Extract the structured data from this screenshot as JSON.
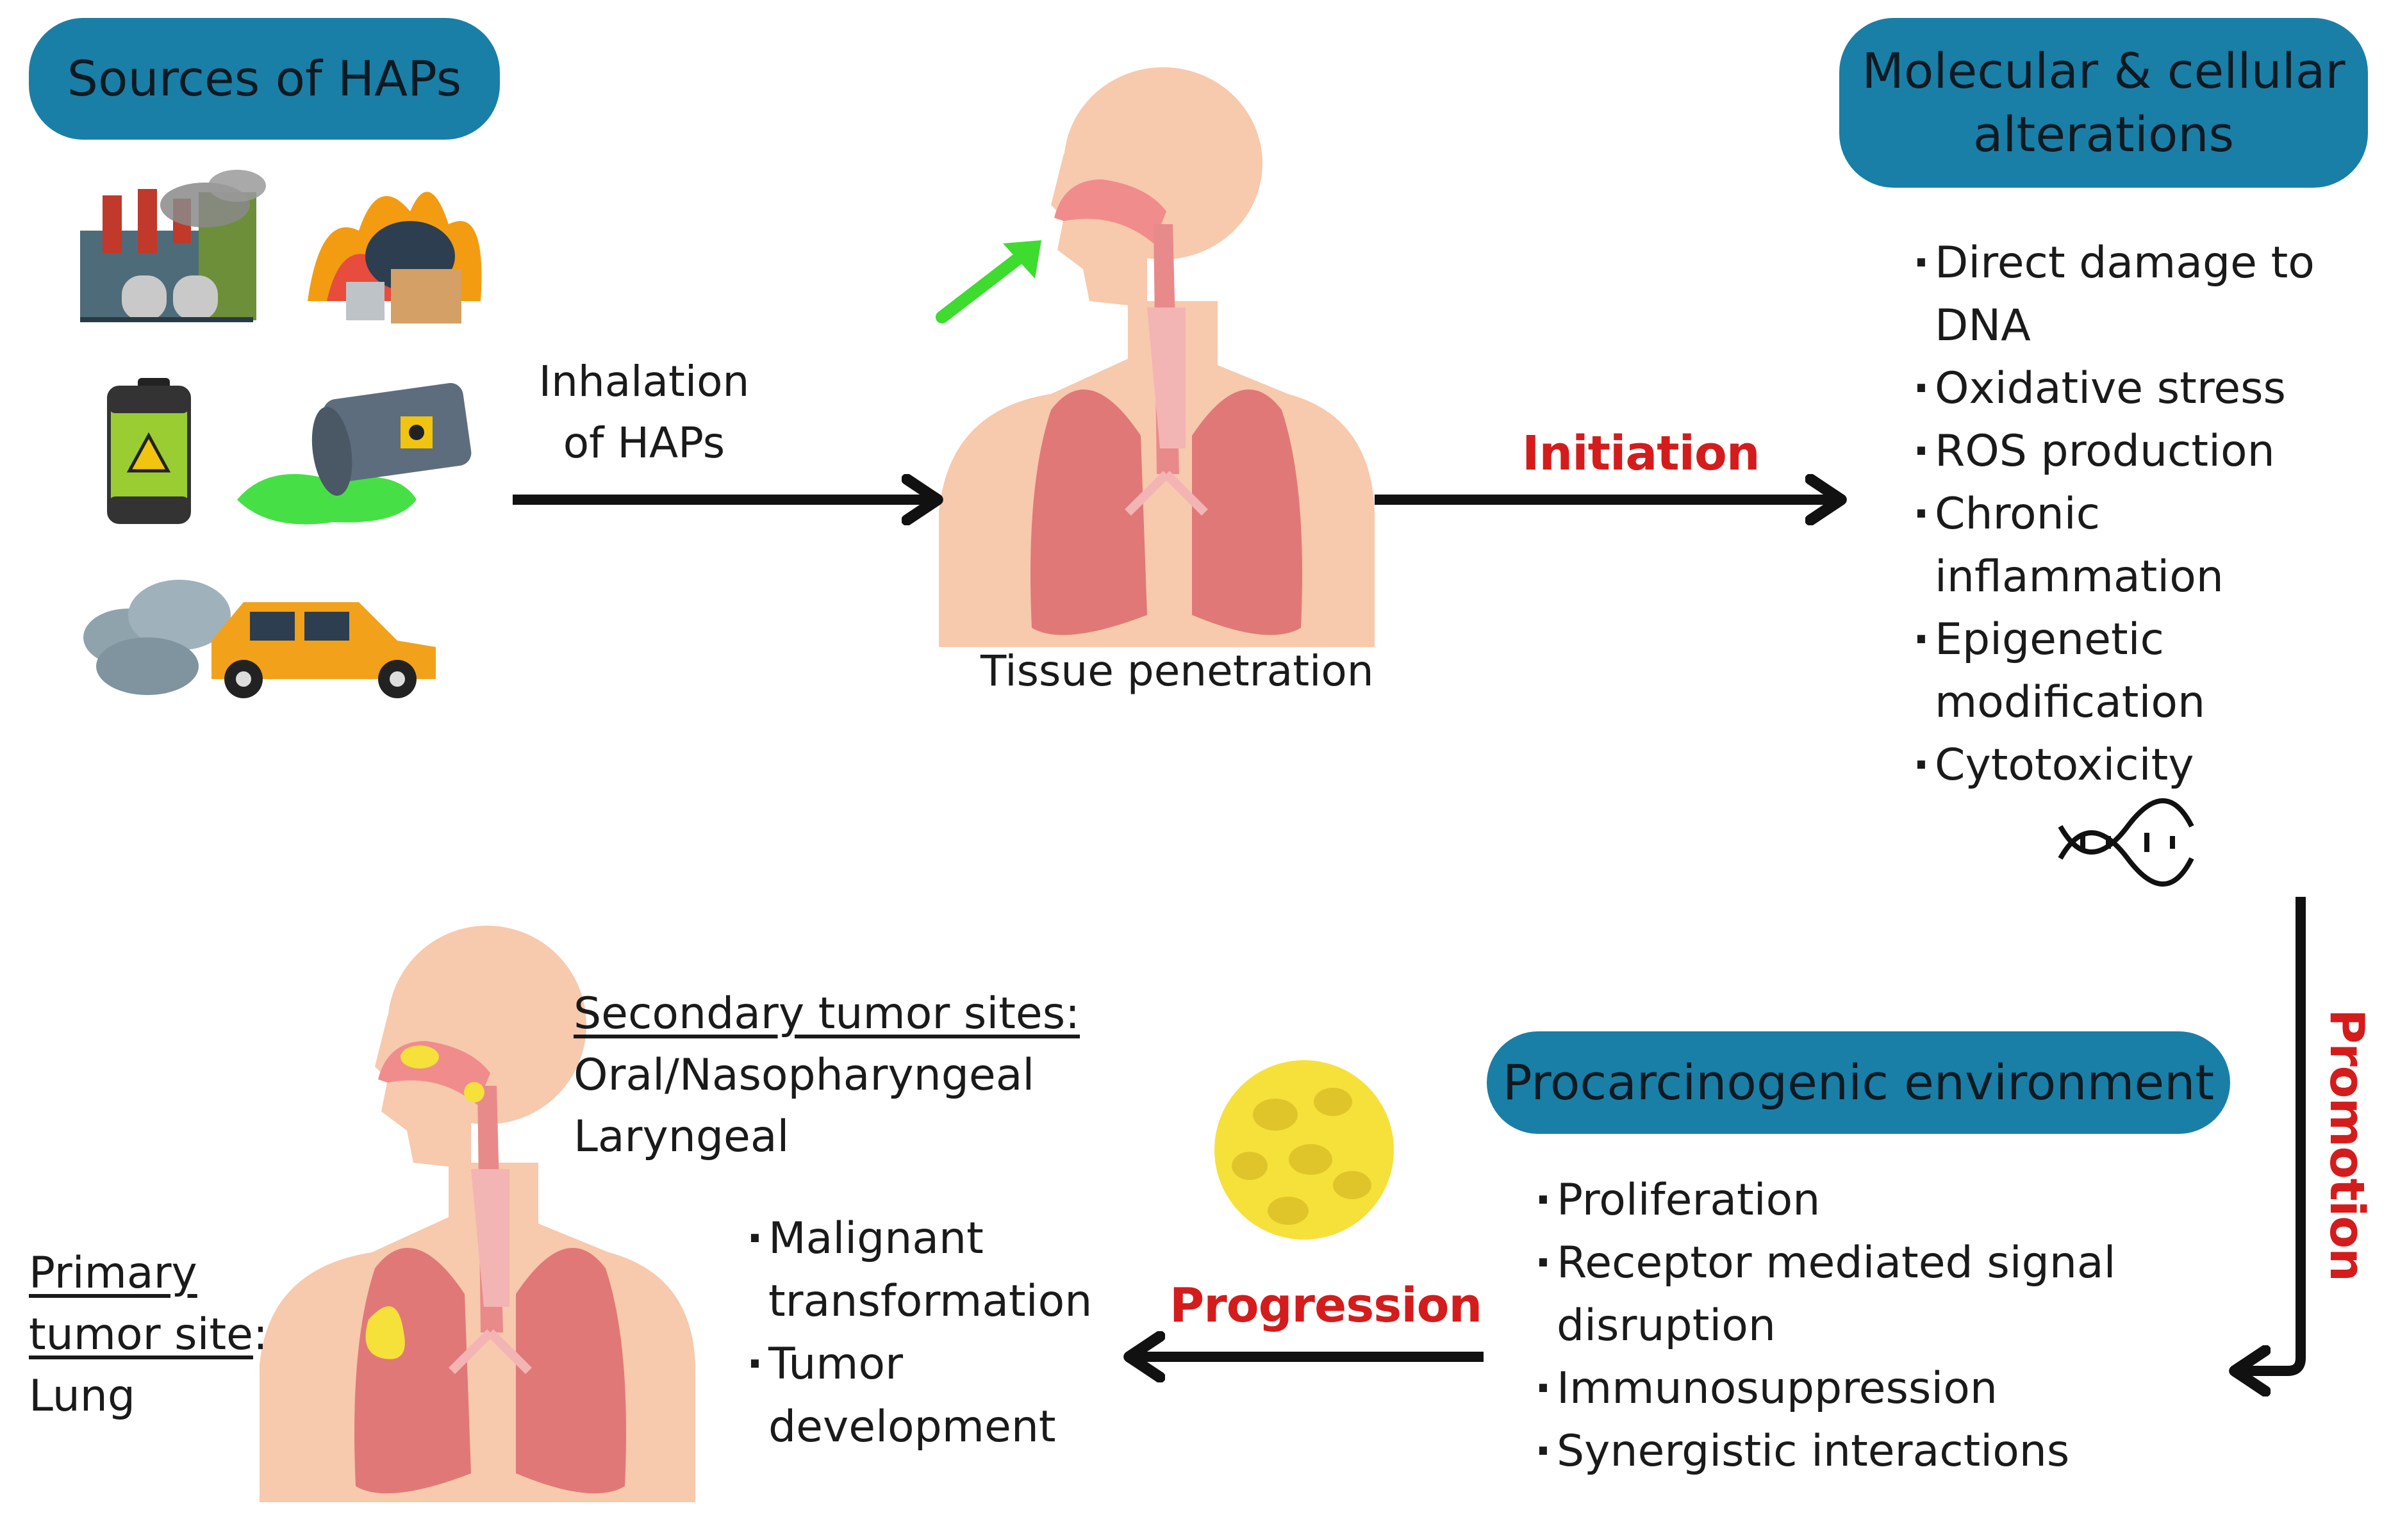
{
  "sources": {
    "title": "Sources of HAPs"
  },
  "inhalation": {
    "line1": "Inhalation",
    "line2": "of HAPs"
  },
  "tissue": {
    "label": "Tissue penetration"
  },
  "initiation": {
    "label": "Initiation"
  },
  "molecular": {
    "title_line1": "Molecular & cellular",
    "title_line2": "alterations",
    "items": [
      "Direct damage to DNA",
      "Oxidative stress",
      "ROS production",
      "Chronic inflammation",
      "Epigenetic modification",
      "Cytotoxicity"
    ]
  },
  "promotion": {
    "label": "Promotion"
  },
  "procarcinogenic": {
    "title": "Procarcinogenic environment",
    "items": [
      "Proliferation",
      "Receptor mediated signal disruption",
      "Immunosuppression",
      "Synergistic interactions"
    ]
  },
  "progression": {
    "label": "Progression"
  },
  "malignant": {
    "items": [
      "Malignant transformation",
      "Tumor development"
    ]
  },
  "secondary": {
    "heading": "Secondary tumor sites:",
    "line1": "Oral/Nasopharyngeal",
    "line2": "Laryngeal"
  },
  "primary": {
    "heading_line1": "Primary",
    "heading_line2": "tumor site",
    "colon": ":",
    "value": "Lung"
  },
  "colors": {
    "pill": "#1a7fa6",
    "panel": "#a9dcef",
    "red_label": "#d41c1c",
    "green_arrow": "#3ddc2e",
    "skin": "#f7c9ad",
    "lung": "#e07878",
    "tumor": "#f5e13a"
  }
}
